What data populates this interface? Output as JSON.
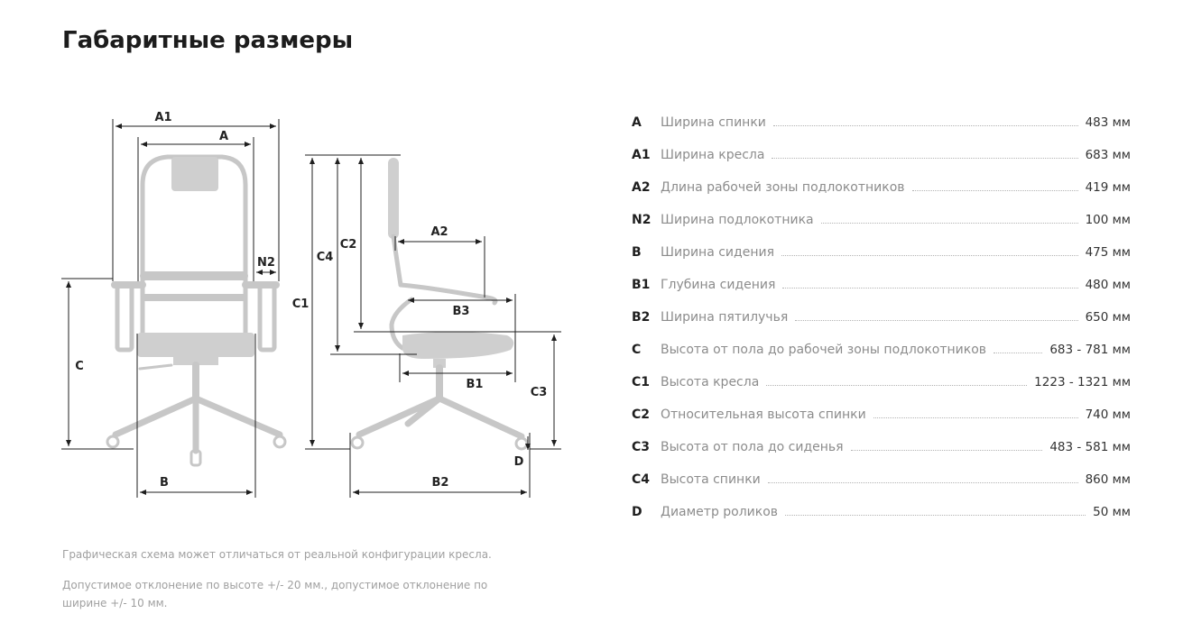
{
  "page": {
    "title": "Габаритные размеры"
  },
  "colors": {
    "outline": "#c7c7c7",
    "dimension": "#1f1f1f",
    "label_muted": "#8c8c8c"
  },
  "diagram": {
    "labels": {
      "A1": "A1",
      "A": "A",
      "N2": "N2",
      "C": "C",
      "B": "B",
      "C1": "C1",
      "C4": "C4",
      "C2": "C2",
      "A2": "A2",
      "B3": "B3",
      "B1": "B1",
      "C3": "C3",
      "D": "D",
      "B2": "B2"
    }
  },
  "specs": [
    {
      "code": "A",
      "name": "Ширина спинки",
      "value": "483 мм"
    },
    {
      "code": "A1",
      "name": "Ширина кресла",
      "value": "683 мм"
    },
    {
      "code": "A2",
      "name": "Длина рабочей зоны подлокотников",
      "value": "419 мм"
    },
    {
      "code": "N2",
      "name": "Ширина подлокотника",
      "value": "100 мм"
    },
    {
      "code": "B",
      "name": "Ширина сидения",
      "value": "475 мм"
    },
    {
      "code": "B1",
      "name": "Глубина сидения",
      "value": "480 мм"
    },
    {
      "code": "B2",
      "name": "Ширина пятилучья",
      "value": "650 мм"
    },
    {
      "code": "C",
      "name": "Высота от пола до рабочей зоны подлокотников",
      "value": "683 - 781 мм"
    },
    {
      "code": "C1",
      "name": "Высота кресла",
      "value": "1223 - 1321 мм"
    },
    {
      "code": "C2",
      "name": "Относительная высота спинки",
      "value": "740 мм"
    },
    {
      "code": "C3",
      "name": "Высота от пола до сиденья",
      "value": "483 - 581 мм"
    },
    {
      "code": "C4",
      "name": "Высота спинки",
      "value": "860 мм"
    },
    {
      "code": "D",
      "name": "Диаметр роликов",
      "value": "50 мм"
    }
  ],
  "notes": {
    "line1": "Графическая схема может отличаться от реальной конфигурации кресла.",
    "line2": "Допустимое отклонение по высоте +/- 20 мм., допустимое отклонение по ширине +/- 10 мм."
  }
}
